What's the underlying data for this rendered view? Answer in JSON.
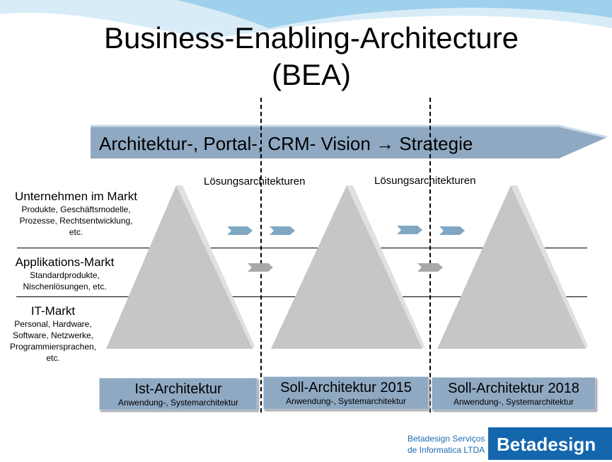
{
  "title_line1": "Business-Enabling-Architecture",
  "title_line2": "(BEA)",
  "banner": "Architektur-,  Portal-, CRM- Vision → Strategie",
  "solution_label_1": "Lösungsarchitekturen",
  "solution_label_2": "Lösungsarchitekturen",
  "rows": [
    {
      "heading": "Unternehmen im Markt",
      "lines": [
        "Produkte, Geschäftsmodelle,",
        "Prozesse, Rechtsentwicklung,",
        "etc."
      ]
    },
    {
      "heading": "Applikations-Markt",
      "lines": [
        "Standardprodukte,",
        "Nischenlösungen, etc."
      ]
    },
    {
      "heading": "IT-Markt",
      "lines": [
        "Personal, Hardware,",
        "Software, Netzwerke,",
        "Programmiersprachen,",
        "etc."
      ]
    }
  ],
  "stages": [
    {
      "title": "Ist-Architektur",
      "subtitle": "Anwendung-, Systemarchitektur"
    },
    {
      "title": "Soll-Architektur 2015",
      "subtitle": "Anwendung-, Systemarchitektur"
    },
    {
      "title": "Soll-Architektur 2018",
      "subtitle": "Anwendung-, Systemarchitektur"
    }
  ],
  "footer": {
    "company_line1": "Betadesign Serviços",
    "company_line2": "de Informatica LTDA",
    "logo": "Betadesign"
  },
  "colors": {
    "banner": "#8fa9c3",
    "pyramid": "#c8c8c8",
    "arrow_blue": "#7fa7c4",
    "arrow_gray": "#a8a8a8",
    "logo": "#1466ad"
  }
}
